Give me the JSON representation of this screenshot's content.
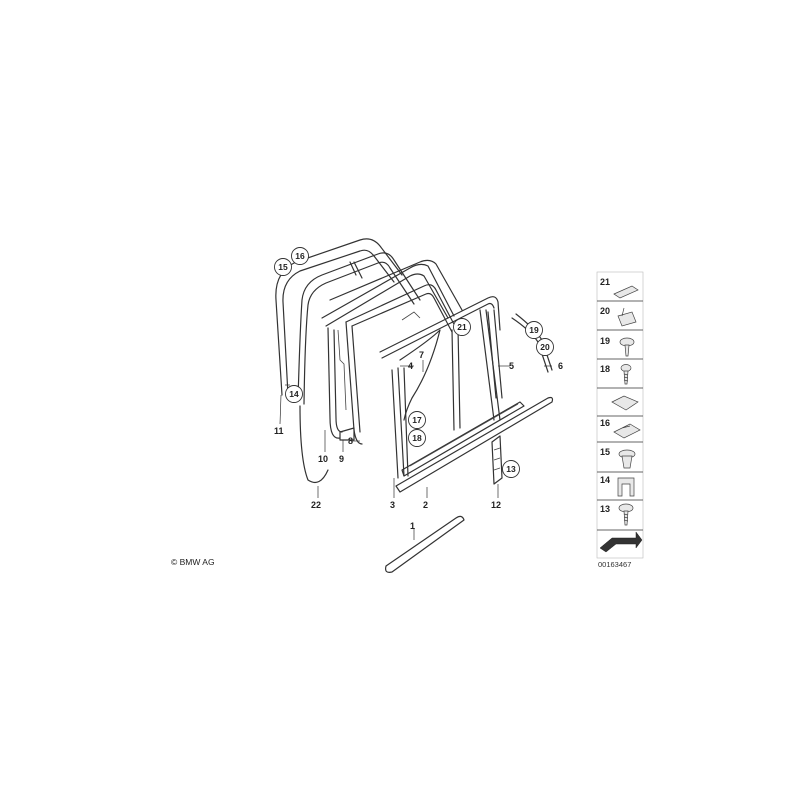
{
  "diagram": {
    "copyright": "© BMW AG",
    "code": "00163467"
  },
  "callouts": {
    "c1": "1",
    "c2": "2",
    "c3": "3",
    "c4": "4",
    "c5": "5",
    "c6": "6",
    "c7": "7",
    "c8": "8",
    "c9": "9",
    "c10": "10",
    "c11": "11",
    "c12": "12",
    "c13": "13",
    "c14": "14",
    "c15": "15",
    "c16": "16",
    "c17": "17",
    "c18": "18",
    "c19": "19",
    "c20": "20",
    "c21": "21",
    "c22": "22"
  },
  "legend": {
    "items": [
      {
        "number": "21",
        "icon": "clip-strip-icon"
      },
      {
        "number": "20",
        "icon": "bracket-clip-icon"
      },
      {
        "number": "19",
        "icon": "expanding-rivet-icon"
      },
      {
        "number": "18",
        "icon": "screw-icon"
      },
      {
        "number": "",
        "icon": "pad-icon"
      },
      {
        "number": "16",
        "icon": "nut-clip-icon"
      },
      {
        "number": "15",
        "icon": "push-clip-icon"
      },
      {
        "number": "14",
        "icon": "u-clip-icon"
      },
      {
        "number": "13",
        "icon": "flat-head-screw-icon"
      },
      {
        "number": "",
        "icon": "arrow-icon"
      }
    ]
  }
}
